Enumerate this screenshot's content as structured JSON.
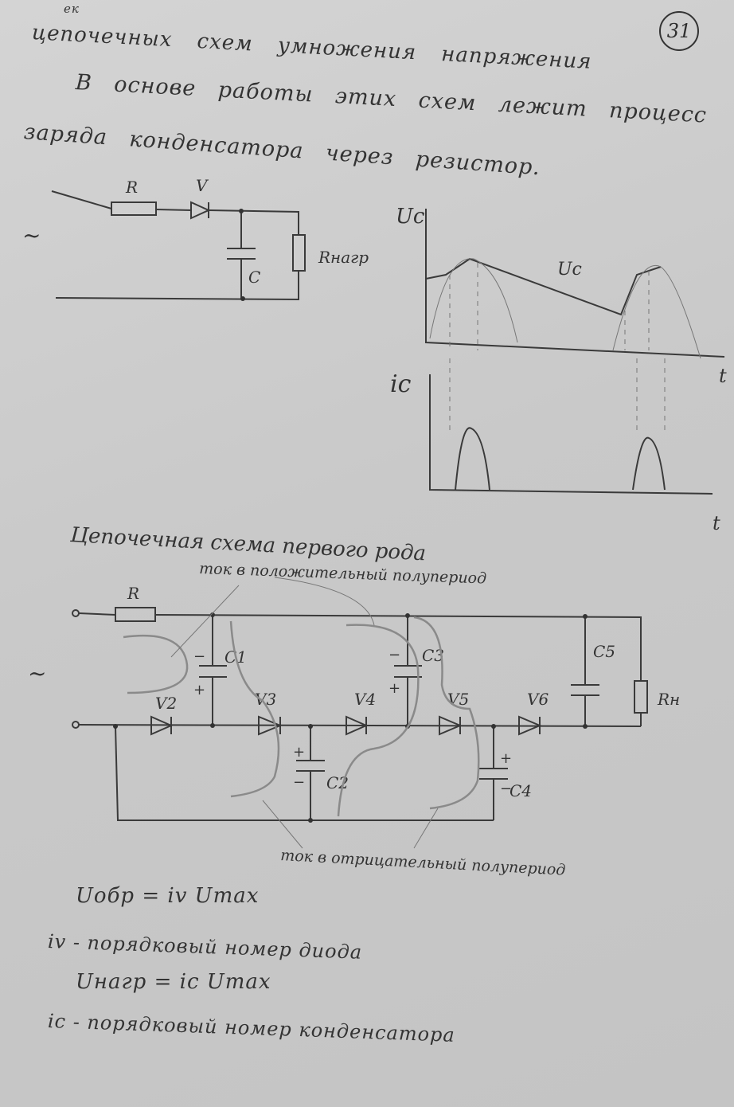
{
  "page": {
    "number": "31",
    "heading_insert": "ек",
    "heading": "цепочечных схем умножения напряжения",
    "paragraph_line1": "В основе работы этих схем лежит процесс",
    "paragraph_line2": "заряда конденсатора через резистор."
  },
  "circuit1": {
    "source": "~",
    "resistor": "R",
    "diode": "V",
    "capacitor": "C",
    "load": "Rнагр"
  },
  "graphs": {
    "voltage_axis": "Uc",
    "voltage_curve": "Uc",
    "current_axis": "ic",
    "time_axis_1": "t",
    "time_axis_2": "t"
  },
  "chain": {
    "title": "Цепочечная схема первого рода",
    "positive_note": "ток в положительный полупериод",
    "negative_note": "ток в отрицательный полупериод",
    "source": "~",
    "resistor": "R",
    "load": "Rн",
    "capacitors": [
      "C1",
      "C2",
      "C3",
      "C4",
      "C5"
    ],
    "diodes": [
      "V2",
      "V3",
      "V4",
      "V5",
      "V6"
    ],
    "plus": "+",
    "minus": "−"
  },
  "formulas": {
    "f1": "Uобр = iv Umax",
    "f1_note": "iv - порядковый номер диода",
    "f2": "Uнагр = ic Umax",
    "f2_note": "ic - порядковый номер конденсатора"
  }
}
